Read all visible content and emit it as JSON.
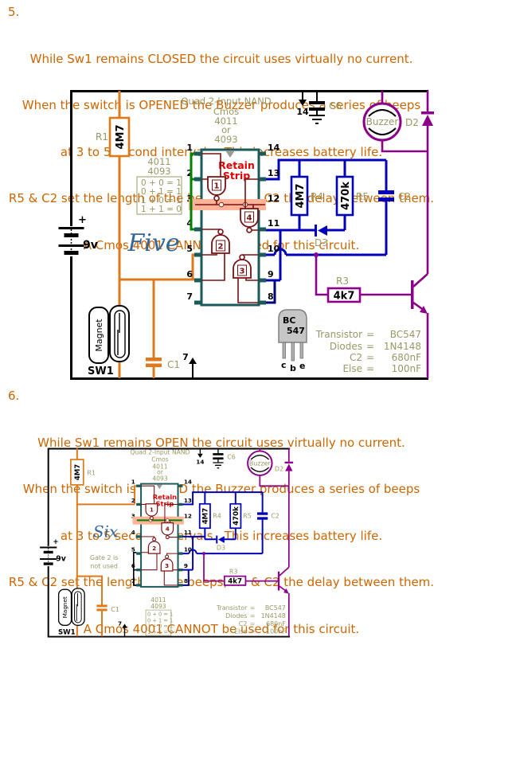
{
  "colors": {
    "header_orange": "#CC6600",
    "label_khaki": "#999966",
    "gate_maroon": "#7A1010",
    "ic_teal": "#1A5A5A",
    "wire_blue": "#0000BB",
    "wire_navy": "#00007E",
    "wire_purple": "#8B008B",
    "wire_green": "#007F00",
    "wire_orange": "#DE7A1C",
    "retain_red": "#E00000",
    "strip_salmon": "#FFB399",
    "name_blue": "#336699"
  },
  "header5": {
    "number": "5.",
    "lines": [
      "While Sw1 remains CLOSED the circuit uses virtually no current.",
      "When the switch is OPENED the Buzzer produces a series of beeps",
      "at 3 to 5 second intervals.  This increases battery life.",
      "R5 & C2 set the length of the beeps; R4 & C2 the delay between them.",
      "A Cmos 4001 CANNOT be used for this circuit."
    ]
  },
  "header6": {
    "number": "6.",
    "lines": [
      "While Sw1 remains OPEN the circuit uses virtually no current.",
      "When the switch is CLOSED the Buzzer produces a series of beeps",
      "at 3 to 5 second intervals.  This increases battery life.",
      "R5 & C2 set the length of the beeps; R4 & C2 the delay between them.",
      "A Cmos 4001 CANNOT be used for this circuit."
    ]
  },
  "circuit5": {
    "name": "Five",
    "ic_title": [
      "Quad 2-Input NAND",
      "Cmos",
      "4011",
      "or",
      "4093"
    ],
    "retain": [
      "Retain",
      "Strip"
    ],
    "pins_left": [
      "1",
      "2",
      "3",
      "4",
      "5",
      "6",
      "7"
    ],
    "pins_right": [
      "14",
      "13",
      "12",
      "11",
      "10",
      "9",
      "8"
    ],
    "gates": [
      "1",
      "2",
      "3",
      "4"
    ],
    "labels": {
      "r1": "R1",
      "r1_val": "4M7",
      "r4": "R4",
      "r4_val": "4M7",
      "r5": "R5",
      "r5_val": "470k",
      "r3": "R3",
      "r3_val": "4k7",
      "c1": "C1",
      "c2": "C2",
      "c6": "C6",
      "d2": "D2",
      "d3": "D3",
      "buzzer": "Buzzer",
      "magnet": "Magnet",
      "sw1": "SW1",
      "battery_v": "9v",
      "plus": "+",
      "pin14": "14",
      "pin7": "7"
    },
    "truth": {
      "chip": [
        "4011",
        "4093"
      ],
      "rows": [
        "0 + 0 = 1",
        "0 + 1 = 1",
        "1 + 0 = 1",
        "1 + 1 = 0"
      ]
    },
    "pkg": {
      "line1": "BC",
      "line2": "547",
      "leg_c": "c",
      "leg_b": "b",
      "leg_e": "e"
    },
    "notes": [
      {
        "label": "Transistor",
        "eq": "=",
        "value": "BC547"
      },
      {
        "label": "Diodes",
        "eq": "=",
        "value": "1N4148"
      },
      {
        "label": "C2",
        "eq": "=",
        "value": "680nF"
      },
      {
        "label": "Else",
        "eq": "=",
        "value": "100nF"
      }
    ]
  },
  "circuit6": {
    "name": "Six",
    "gate_note": [
      "Gate 2 is",
      "not used"
    ],
    "ic_title": [
      "Quad 2-Input NAND",
      "Cmos",
      "4011",
      "or",
      "4093"
    ],
    "retain": [
      "Retain",
      "Strip"
    ],
    "pins_left": [
      "1",
      "2",
      "3",
      "4",
      "5",
      "6",
      "7"
    ],
    "pins_right": [
      "14",
      "13",
      "12",
      "11",
      "10",
      "9",
      "8"
    ],
    "gates": [
      "1",
      "2",
      "3",
      "4"
    ],
    "labels": {
      "r1": "R1",
      "r1_val": "4M7",
      "r4": "R4",
      "r4_val": "4M7",
      "r5": "R5",
      "r5_val": "470k",
      "r3": "R3",
      "r3_val": "4k7",
      "c1": "C1",
      "c2": "C2",
      "c6": "C6",
      "d2": "D2",
      "d3": "D3",
      "buzzer": "Buzzer",
      "magnet": "Magnet",
      "sw1": "SW1",
      "battery_v": "9v",
      "plus": "+",
      "pin14": "14",
      "pin7": "7"
    },
    "truth": {
      "chip": [
        "4011",
        "4093"
      ],
      "rows": [
        "0 + 0 = 1",
        "0 + 1 = 1",
        "1 + 0 = 1",
        "1 + 1 = 0"
      ]
    },
    "notes": [
      {
        "label": "Transistor",
        "eq": "=",
        "value": "BC547"
      },
      {
        "label": "Diodes",
        "eq": "=",
        "value": "1N4148"
      },
      {
        "label": "C2",
        "eq": "=",
        "value": "680nF"
      },
      {
        "label": "Else",
        "eq": "=",
        "value": "100nF"
      }
    ]
  }
}
